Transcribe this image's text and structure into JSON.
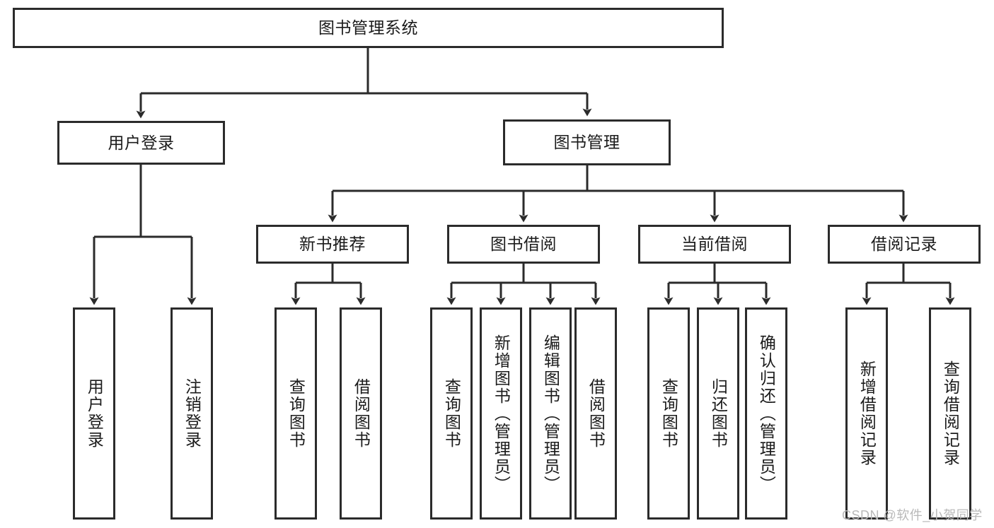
{
  "diagram": {
    "type": "tree-hierarchy-chart",
    "title": "图书管理系统",
    "orientation": "top-down",
    "colors": {
      "background": "#ffffff",
      "box_border": "#2b2b2b",
      "box_fill": "#ffffff",
      "text": "#1b1b1b",
      "connector": "#2b2b2b",
      "watermark": "#b9b9b9"
    },
    "root": {
      "label": "图书管理系统"
    },
    "level2": [
      {
        "id": "user-login",
        "label": "用户登录"
      },
      {
        "id": "book-management",
        "label": "图书管理"
      }
    ],
    "level3": [
      {
        "id": "new-book-recommend",
        "label": "新书推荐",
        "parent": "book-management"
      },
      {
        "id": "book-borrow",
        "label": "图书借阅",
        "parent": "book-management"
      },
      {
        "id": "current-borrow",
        "label": "当前借阅",
        "parent": "book-management"
      },
      {
        "id": "borrow-record",
        "label": "借阅记录",
        "parent": "book-management"
      }
    ],
    "leaves": [
      {
        "id": "leaf-user-login",
        "label": "用户登录",
        "parent": "user-login"
      },
      {
        "id": "leaf-user-logout",
        "label": "注销登录",
        "parent": "user-login"
      },
      {
        "id": "leaf-query-book-1",
        "label": "查询图书",
        "parent": "new-book-recommend"
      },
      {
        "id": "leaf-borrow-book-1",
        "label": "借阅图书",
        "parent": "new-book-recommend"
      },
      {
        "id": "leaf-query-book-2",
        "label": "查询图书",
        "parent": "book-borrow"
      },
      {
        "id": "leaf-add-book",
        "label": "新增图书（管理员）",
        "parent": "book-borrow"
      },
      {
        "id": "leaf-edit-book",
        "label": "编辑图书（管理员）",
        "parent": "book-borrow"
      },
      {
        "id": "leaf-borrow-book-2",
        "label": "借阅图书",
        "parent": "book-borrow"
      },
      {
        "id": "leaf-query-book-3",
        "label": "查询图书",
        "parent": "current-borrow"
      },
      {
        "id": "leaf-return-book",
        "label": "归还图书",
        "parent": "current-borrow"
      },
      {
        "id": "leaf-confirm-return",
        "label": "确认归还（管理员）",
        "parent": "current-borrow"
      },
      {
        "id": "leaf-add-record",
        "label": "新增借阅记录",
        "parent": "borrow-record"
      },
      {
        "id": "leaf-query-record",
        "label": "查询借阅记录",
        "parent": "borrow-record"
      }
    ],
    "watermark": "CSDN @软件_小贺同学"
  }
}
